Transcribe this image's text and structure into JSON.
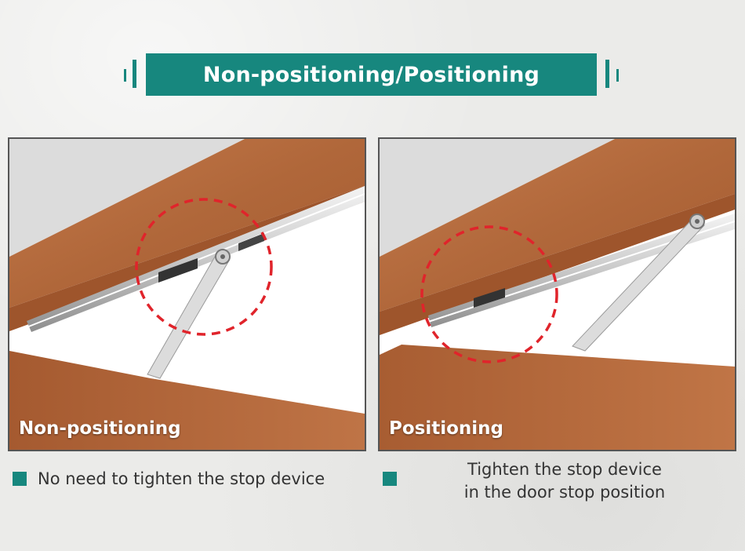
{
  "header": {
    "title": "Non-positioning/Positioning"
  },
  "panels": [
    {
      "label": "Non-positioning",
      "caption": "No need to tighten the stop device"
    },
    {
      "label": "Positioning",
      "caption_line1": "Tighten the stop device",
      "caption_line2": "in the door stop position"
    }
  ],
  "colors": {
    "accent": "#17877e",
    "wood": "#b8693a",
    "highlight_circle": "#e0242b"
  }
}
